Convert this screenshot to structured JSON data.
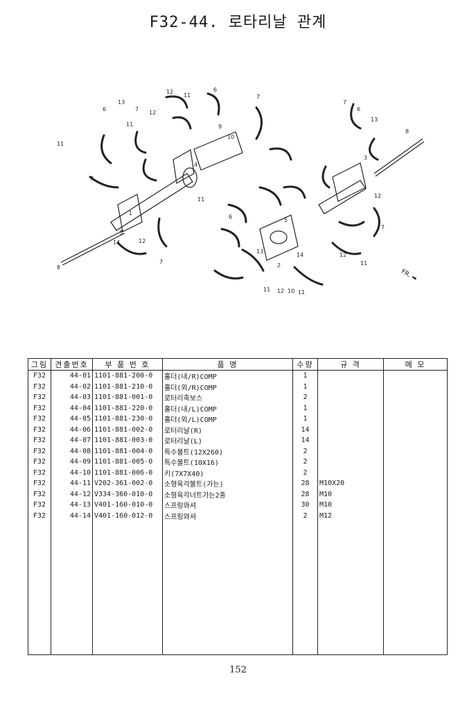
{
  "title": "F32-44. 로타리날 관계",
  "direction_label": "FR.",
  "callouts": [
    "1",
    "2",
    "3",
    "4",
    "5",
    "6",
    "7",
    "8",
    "9",
    "10",
    "11",
    "12",
    "13",
    "14"
  ],
  "headers": [
    "그림",
    "견출번호",
    "부 품 번 호",
    "품 명",
    "수량",
    "규 격",
    "메 모"
  ],
  "rows": [
    {
      "fig": "F32",
      "ref": "44-01",
      "part": "1101-881-200-0",
      "name": "홀더(내/R)COMP",
      "qty": "1",
      "spec": "",
      "memo": ""
    },
    {
      "fig": "F32",
      "ref": "44-02",
      "part": "1101-881-210-0",
      "name": "홀더(외/R)COMP",
      "qty": "1",
      "spec": "",
      "memo": ""
    },
    {
      "fig": "F32",
      "ref": "44-03",
      "part": "1101-881-001-0",
      "name": "로터리축보스",
      "qty": "2",
      "spec": "",
      "memo": ""
    },
    {
      "fig": "F32",
      "ref": "44-04",
      "part": "1101-881-220-0",
      "name": "홀더(내/L)COMP",
      "qty": "1",
      "spec": "",
      "memo": ""
    },
    {
      "fig": "F32",
      "ref": "44-05",
      "part": "1101-881-230-0",
      "name": "홀더(외/L)COMP",
      "qty": "1",
      "spec": "",
      "memo": ""
    },
    {
      "fig": "F32",
      "ref": "44-06",
      "part": "1101-881-002-0",
      "name": "로터리날(R)",
      "qty": "14",
      "spec": "",
      "memo": ""
    },
    {
      "fig": "F32",
      "ref": "44-07",
      "part": "1101-881-003-0",
      "name": "로터리날(L)",
      "qty": "14",
      "spec": "",
      "memo": ""
    },
    {
      "fig": "F32",
      "ref": "44-08",
      "part": "1101-881-004-0",
      "name": "특수볼트(12X260)",
      "qty": "2",
      "spec": "",
      "memo": ""
    },
    {
      "fig": "F32",
      "ref": "44-09",
      "part": "1101-881-005-0",
      "name": "특수볼트(10X16)",
      "qty": "2",
      "spec": "",
      "memo": ""
    },
    {
      "fig": "F32",
      "ref": "44-10",
      "part": "1101-881-006-0",
      "name": "키(7X7X40)",
      "qty": "2",
      "spec": "",
      "memo": ""
    },
    {
      "fig": "F32",
      "ref": "44-11",
      "part": "V202-361-002-0",
      "name": "소형육각볼트(가는)",
      "qty": "28",
      "spec": "M10X20",
      "memo": ""
    },
    {
      "fig": "F32",
      "ref": "44-12",
      "part": "V334-360-010-0",
      "name": "소형육각너트가는2종",
      "qty": "28",
      "spec": "M10",
      "memo": ""
    },
    {
      "fig": "F32",
      "ref": "44-13",
      "part": "V401-160-010-0",
      "name": "스프링와셔",
      "qty": "30",
      "spec": "M10",
      "memo": ""
    },
    {
      "fig": "F32",
      "ref": "44-14",
      "part": "V401-160-012-0",
      "name": "스프링와셔",
      "qty": "2",
      "spec": "M12",
      "memo": ""
    }
  ],
  "page_number": "152"
}
